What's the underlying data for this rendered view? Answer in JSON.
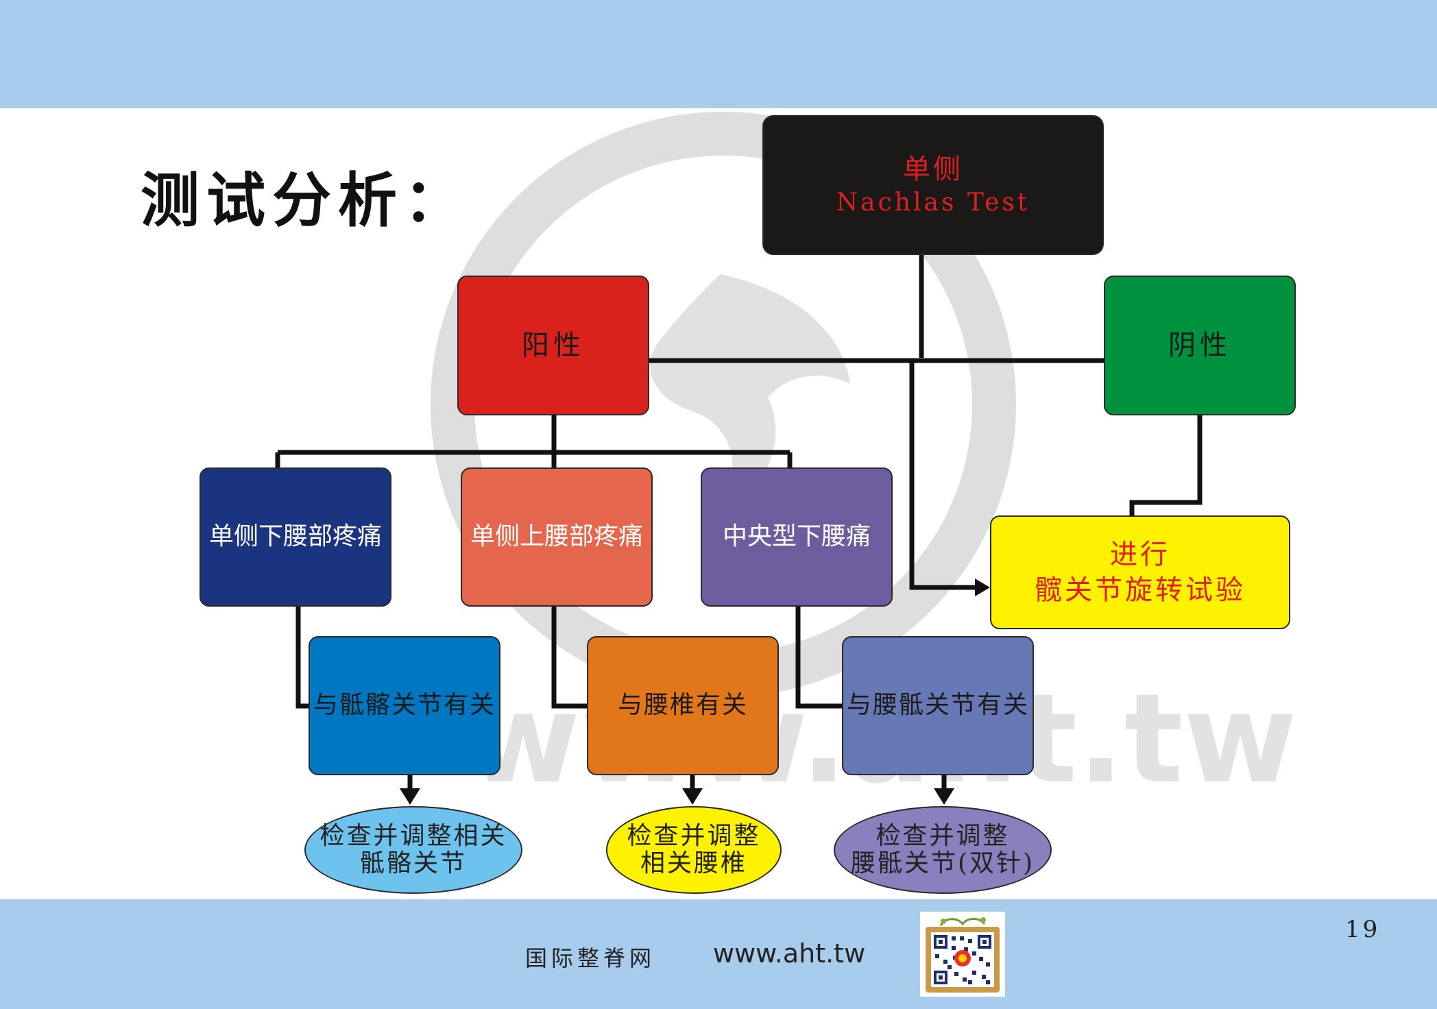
{
  "slide": {
    "title": "测试分析：",
    "page_number": "19"
  },
  "footer": {
    "site_name": "国际整脊网",
    "url": "www.aht.tw"
  },
  "flowchart": {
    "root": {
      "lines": [
        "单侧",
        "Nachlas Test"
      ],
      "fill": "#1b1818",
      "text_color": "#e02020"
    },
    "positive": {
      "label": "阳性",
      "fill": "#d9221c",
      "text_color": "#1a1a1a"
    },
    "negative": {
      "label": "阴性",
      "fill": "#00923f",
      "text_color": "#1a1a1a"
    },
    "hip_test": {
      "lines": [
        "进行",
        "髋关节旋转试验"
      ],
      "fill": "#fff200",
      "text_color": "#e02020"
    },
    "symptoms": [
      {
        "label": "单侧下腰部疼痛",
        "fill": "#1a347f",
        "text_color": "#ffffff"
      },
      {
        "label": "单侧上腰部疼痛",
        "fill": "#e3664d",
        "text_color": "#ffffff"
      },
      {
        "label": "中央型下腰痛",
        "fill": "#6d5d9e",
        "text_color": "#ffffff"
      }
    ],
    "relations": [
      {
        "label": "与骶髂关节有关",
        "fill": "#0078c1",
        "text_color": "#1a1a1a"
      },
      {
        "label": "与腰椎有关",
        "fill": "#e2761a",
        "text_color": "#1a1a1a"
      },
      {
        "label": "与腰骶关节有关",
        "fill": "#6779b5",
        "text_color": "#1a1a1a"
      }
    ],
    "actions": [
      {
        "lines": [
          "检查并调整相关",
          "骶骼关节"
        ],
        "fill": "#6ec3ee"
      },
      {
        "lines": [
          "检查并调整",
          "相关腰椎"
        ],
        "fill": "#fff200"
      },
      {
        "lines": [
          "检查并调整",
          "腰骶关节(双针)"
        ],
        "fill": "#8b80bd"
      }
    ]
  },
  "qr_icon": "qr-code-icon",
  "watermark_icon": "aht-logo-watermark"
}
